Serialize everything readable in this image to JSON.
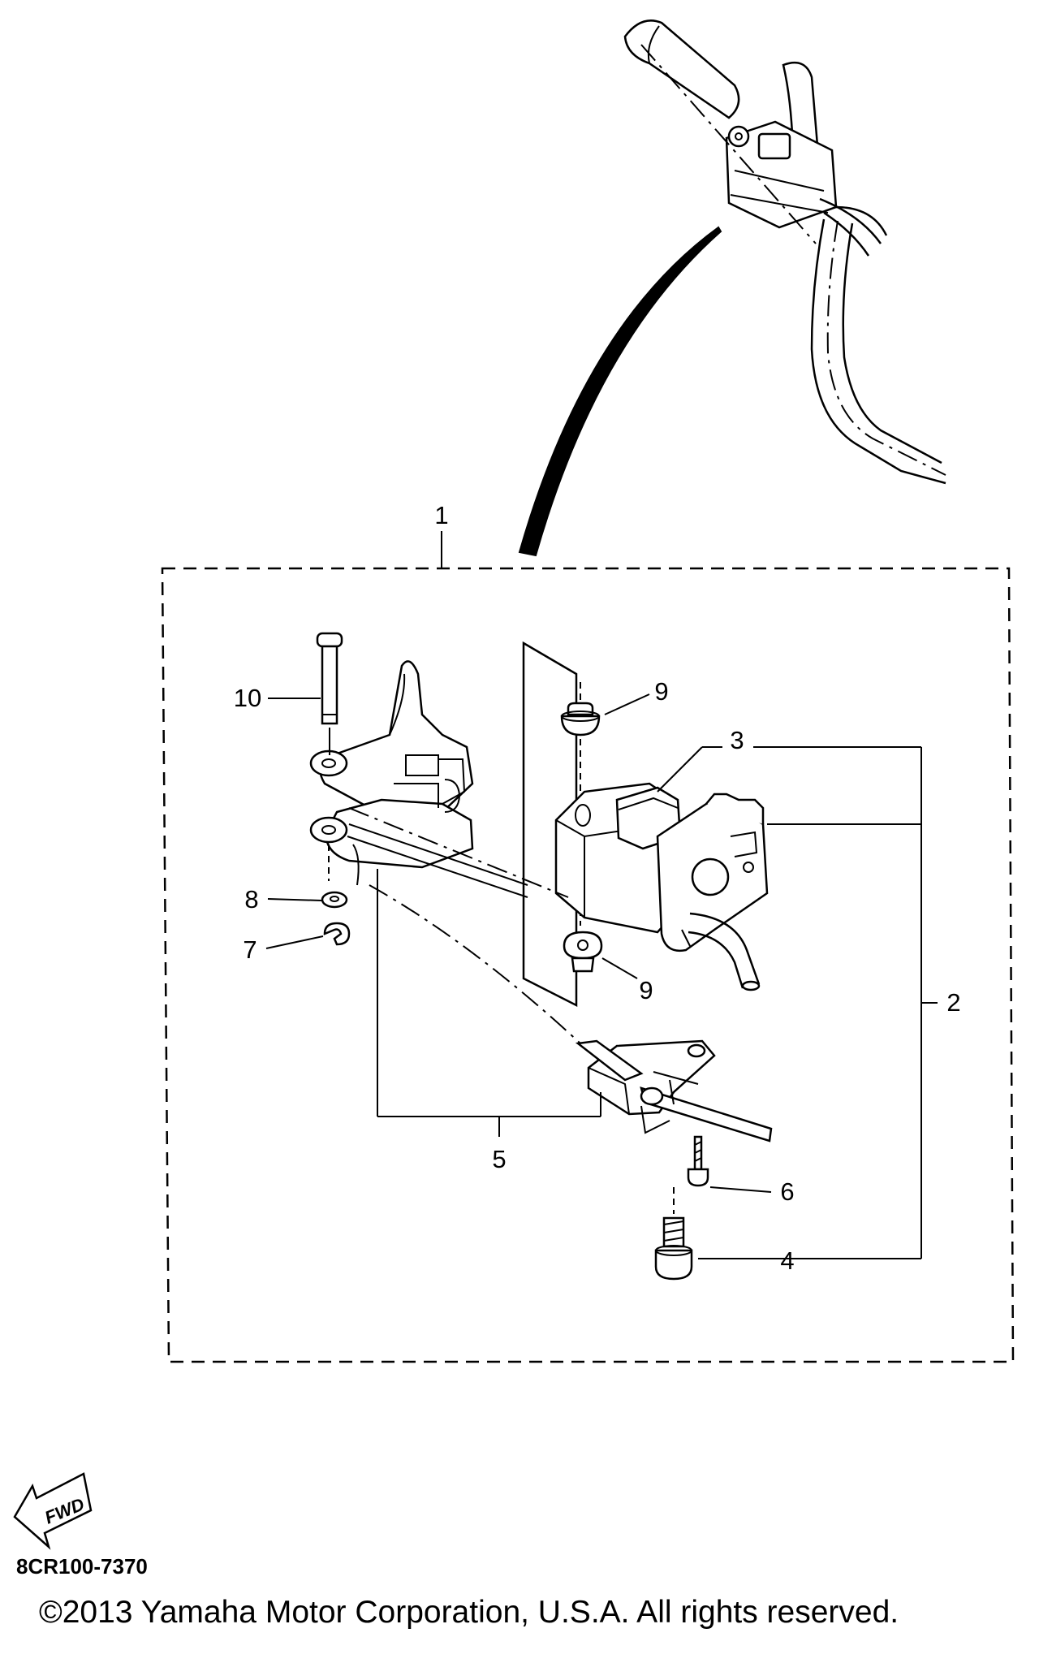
{
  "callouts": {
    "c1": "1",
    "c2": "2",
    "c3": "3",
    "c4": "4",
    "c5": "5",
    "c6": "6",
    "c7": "7",
    "c8": "8",
    "c9a": "9",
    "c9b": "9",
    "c10": "10"
  },
  "fwd_label": "FWD",
  "catalog_number": "8CR100-7370",
  "copyright": "©2013 Yamaha Motor Corporation, U.S.A. All rights reserved."
}
